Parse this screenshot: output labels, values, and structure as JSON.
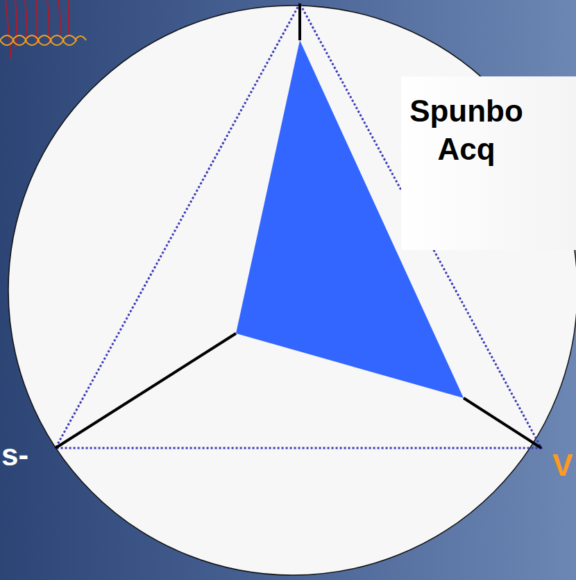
{
  "diagram": {
    "nodes": [
      {
        "text": [
          "Spunbo Acq"
        ]
      }
    ],
    "labels": [
      "s-",
      "V"
    ]
  }
}
